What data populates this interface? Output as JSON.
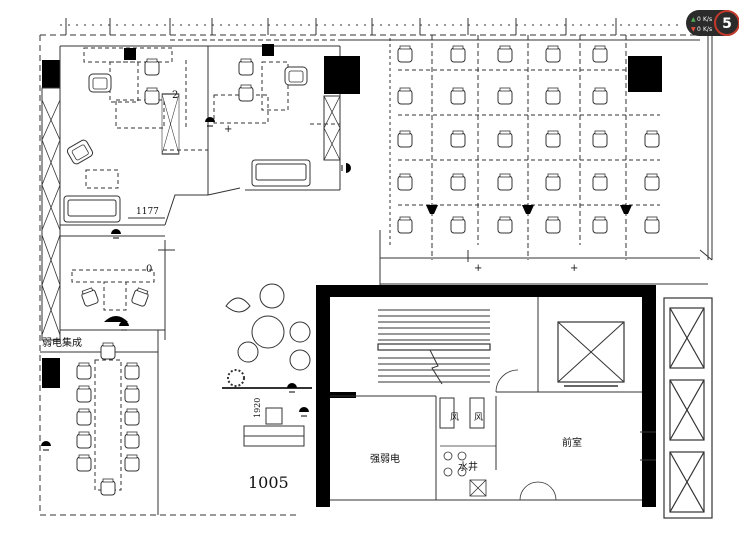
{
  "plan": {
    "unit_number": "1005",
    "room_label_weak_electric": "弱电集成",
    "room_label_strong_electric": "强弱电",
    "room_label_water_well": "水井",
    "room_label_front_room": "前室",
    "dim_1177": "1177",
    "dim_2": "2",
    "dim_0": "0",
    "dim_1920": "1920",
    "fan_a": "风",
    "fan_b": "风"
  },
  "overlay": {
    "badge_number": "5",
    "upload_speed": "0",
    "upload_unit": "K/s",
    "download_speed": "0",
    "download_unit": "K/s"
  },
  "colors": {
    "wall": "#000000",
    "line": "#333333",
    "badge_bg": "#2b2b2b",
    "badge_ring": "#c0392b"
  }
}
